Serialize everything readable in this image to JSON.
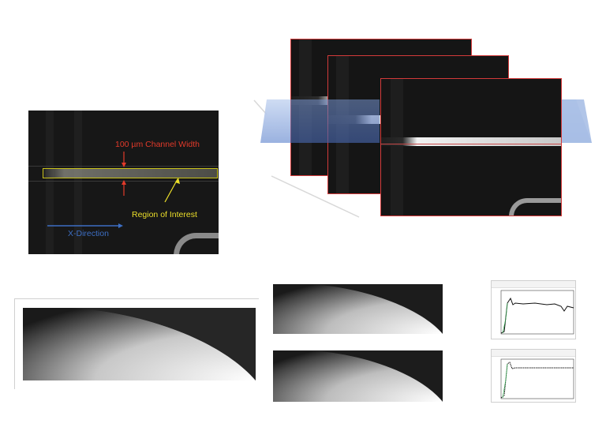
{
  "annotations": {
    "channel_width": "100 µm Channel Width",
    "region_of_interest": "Region of Interest",
    "x_direction": "X-Direction"
  },
  "colors": {
    "channel_width_label": "#e23a2a",
    "roi_label": "#ecdf2a",
    "x_direction_label": "#3d6fc4",
    "frame_border": "#d33a3a",
    "roi_box": "#c9c21a",
    "plane": "#a9bfe6"
  },
  "panels": {
    "micrograph": "microscope-channel-image",
    "frame_stack": "stacked-image-frames",
    "kymograph_large": "large-intensity-map",
    "kymograph_small": [
      "intensity-map-top",
      "intensity-map-bottom"
    ],
    "plots": [
      "plot-window-top",
      "plot-window-bottom"
    ]
  }
}
